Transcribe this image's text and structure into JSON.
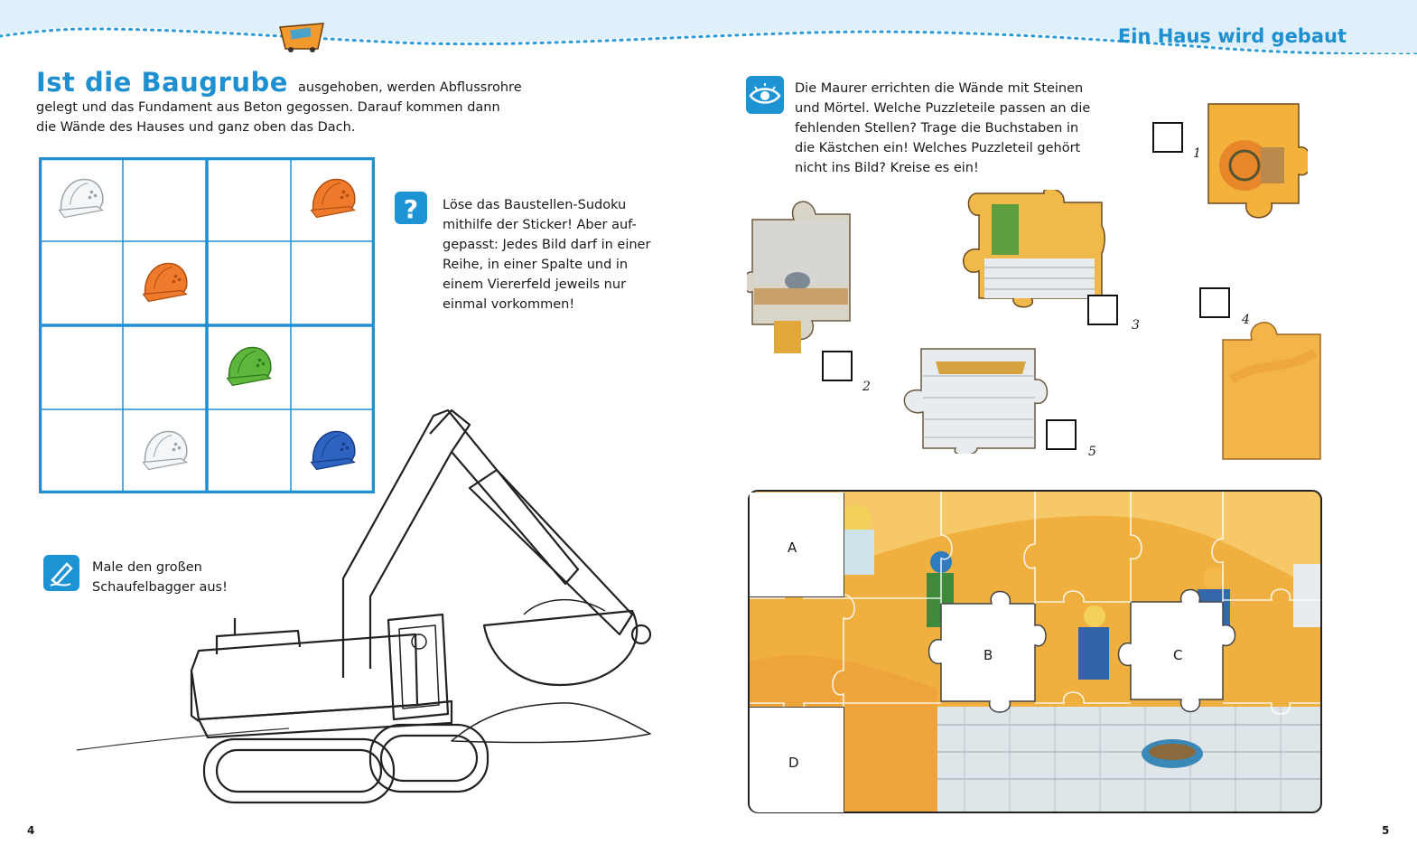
{
  "header": {
    "section_title": "Ein Haus wird gebaut",
    "band_color": "#dff0fb",
    "accent": "#1e8fd0"
  },
  "intro": {
    "title": "Ist die Baugrube",
    "line1": "ausgehoben, werden Abflussrohre",
    "line2": "gelegt und das Fundament aus Beton gegossen. Darauf kommen dann",
    "line3": "die Wände des Hauses und ganz oben das Dach."
  },
  "sudoku": {
    "icon": "question-mark-icon",
    "text_lines": [
      "Löse das Baustellen-Sudoku",
      "mithilfe der Sticker! Aber auf-",
      "gepasst: Jedes Bild darf in einer",
      "Reihe, in einer Spalte und in",
      "einem Viererfeld jeweils nur",
      "einmal vorkommen!"
    ],
    "cells": [
      [
        "white-helmet",
        "",
        "",
        "orange-helmet"
      ],
      [
        "",
        "orange-helmet",
        "",
        ""
      ],
      [
        "",
        "",
        "green-helmet",
        ""
      ],
      [
        "",
        "white-helmet",
        "",
        "blue-helmet"
      ]
    ]
  },
  "coloring": {
    "icon": "pencil-icon",
    "line1": "Male den großen",
    "line2": "Schaufelbagger aus!"
  },
  "puzzle_task": {
    "icon": "eye-icon",
    "text_lines": [
      "Die Maurer errichten die Wände mit Steinen",
      "und Mörtel. Welche Puzzleteile passen an die",
      "fehlenden Stellen? Trage die Buchstaben in",
      "die Kästchen ein! Welches Puzzleteil gehört",
      "nicht ins Bild? Kreise es ein!"
    ],
    "pieces": [
      {
        "number": "1"
      },
      {
        "number": "2"
      },
      {
        "number": "3"
      },
      {
        "number": "4"
      },
      {
        "number": "5"
      }
    ],
    "grid_labels": [
      "A",
      "B",
      "C",
      "D"
    ]
  },
  "pages": {
    "left": "4",
    "right": "5"
  }
}
